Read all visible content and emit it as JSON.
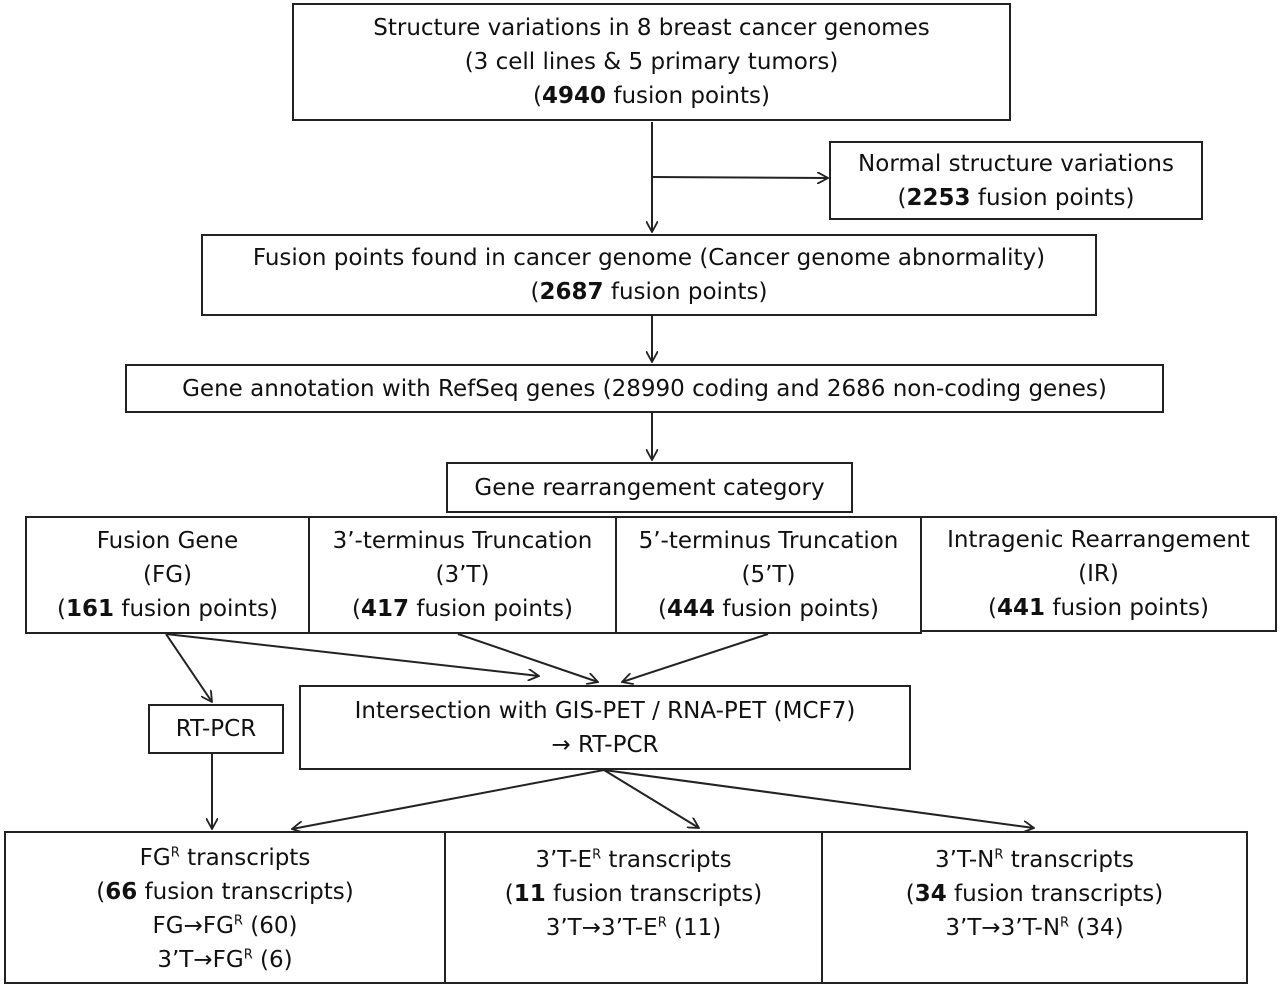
{
  "boxes": {
    "top": {
      "line1": "Structure variations in 8 breast cancer genomes",
      "line2": "(3 cell lines & 5 primary tumors)",
      "line3_open": "(",
      "line3_num": "4940",
      "line3_rest": " fusion points)"
    },
    "normal": {
      "line1": "Normal structure variations",
      "line2_open": "(",
      "line2_num": "2253",
      "line2_rest": " fusion points)"
    },
    "cancer": {
      "line1": "Fusion points found in cancer genome (Cancer genome abnormality)",
      "line2_open": "(",
      "line2_num": "2687",
      "line2_rest": " fusion points)"
    },
    "annotation": {
      "line1": "Gene annotation with RefSeq genes (28990 coding and 2686 non-coding genes)"
    },
    "category": {
      "line1": "Gene rearrangement category"
    },
    "categories": [
      {
        "name": "Fusion Gene",
        "abbr": "(FG)",
        "open": "(",
        "num": "161",
        "rest": " fusion points)"
      },
      {
        "name": "3’-terminus Truncation",
        "abbr": "(3’T)",
        "open": "(",
        "num": "417",
        "rest": " fusion points)"
      },
      {
        "name": "5’-terminus Truncation",
        "abbr": "(5’T)",
        "open": "(",
        "num": "444",
        "rest": " fusion points)"
      },
      {
        "name": "Intragenic Rearrangement",
        "abbr": "(IR)",
        "open": "(",
        "num": "441",
        "rest": " fusion points)"
      }
    ],
    "rtpcr": {
      "line1": "RT-PCR"
    },
    "intersection": {
      "line1": "Intersection with GIS-PET / RNA-PET (MCF7)",
      "arrow": "→",
      "line2": " RT-PCR"
    },
    "results": [
      {
        "title_a": "FG",
        "title_sup": "R",
        "title_b": " transcripts",
        "count_open": "(",
        "count_num": "66",
        "count_rest": " fusion transcripts)",
        "detail1_a": "FG",
        "detail1_b": "FG",
        "detail1_sup": "R",
        "detail1_c": " (60)",
        "detail2_a": "3’T",
        "detail2_b": "FG",
        "detail2_sup": "R",
        "detail2_c": " (6)"
      },
      {
        "title_a": "3’T-E",
        "title_sup": "R",
        "title_b": " transcripts",
        "count_open": "(",
        "count_num": "11",
        "count_rest": " fusion transcripts)",
        "detail1_a": "3’T",
        "detail1_b": "3’T-E",
        "detail1_sup": "R",
        "detail1_c": " (11)"
      },
      {
        "title_a": "3’T-N",
        "title_sup": "R",
        "title_b": " transcripts",
        "count_open": "(",
        "count_num": "34",
        "count_rest": " fusion transcripts)",
        "detail1_a": "3’T",
        "detail1_b": "3’T-N",
        "detail1_sup": "R",
        "detail1_c": " (34)"
      }
    ],
    "arrow_symbol": "→"
  }
}
